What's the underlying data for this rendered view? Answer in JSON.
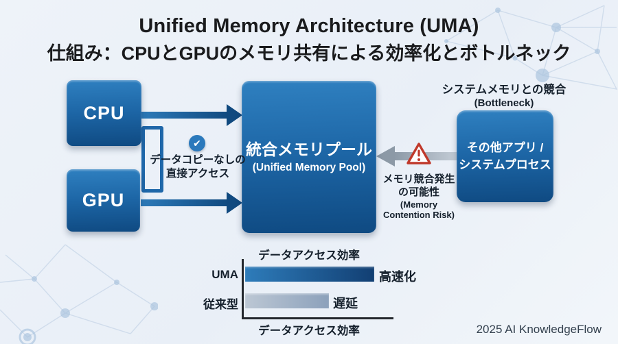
{
  "header": {
    "title": "Unified Memory Architecture (UMA)",
    "subtitle": "仕組み：CPUとGPUのメモリ共有による効率化とボトルネック"
  },
  "diagram": {
    "cpu_label": "CPU",
    "gpu_label": "GPU",
    "pool_title": "統合メモリプール",
    "pool_subtitle": "(Unified Memory Pool)",
    "check_glyph": "✔",
    "direct_access_line1": "データコピーなしの",
    "direct_access_line2": "直接アクセス",
    "bottleneck_line1": "システムメモリとの競合",
    "bottleneck_line2": "(Bottleneck)",
    "other_line1": "その他アプリ /",
    "other_line2": "システムプロセス",
    "contention_line1": "メモリ競合発生",
    "contention_line2": "の可能性",
    "contention_line3": "(Memory",
    "contention_line4": "Contention Risk)"
  },
  "chart": {
    "top_label": "データアクセス効率",
    "bottom_label": "データアクセス効率",
    "rows": [
      {
        "label": "UMA",
        "tag": "高速化",
        "value": 0.88
      },
      {
        "label": "従来型",
        "tag": "遅延",
        "value": 0.57
      }
    ]
  },
  "chart_data": {
    "type": "bar",
    "orientation": "horizontal",
    "title": "データアクセス効率",
    "xlabel": "データアクセス効率",
    "categories": [
      "UMA",
      "従来型"
    ],
    "values": [
      0.88,
      0.57
    ],
    "value_labels": [
      "高速化",
      "遅延"
    ],
    "axis_numeric_labels": false,
    "grid": false,
    "note": "qualitative comparison; values are relative bar lengths (fraction of axis)"
  },
  "footer": {
    "credit": "2025 AI KnowledgeFlow"
  },
  "colors": {
    "background": "#edf2f8",
    "box_gradient_top": "#2f80c0",
    "box_gradient_bottom": "#0f4a82",
    "arrow_blue": "#10497f",
    "arrow_gray": "#8c99a6",
    "bracket_blue": "#1f67a9",
    "check_circle_blue": "#2b79bc",
    "warning_red": "#c0392b",
    "bar_uma_start": "#2e7cba",
    "bar_uma_end": "#123f73",
    "bar_conv_start": "#bcc7d4",
    "bar_conv_end": "#8ca1bb",
    "title_text": "#1a1b1d",
    "annotation_text": "#15202c",
    "deco_line": "#b9cce2"
  }
}
